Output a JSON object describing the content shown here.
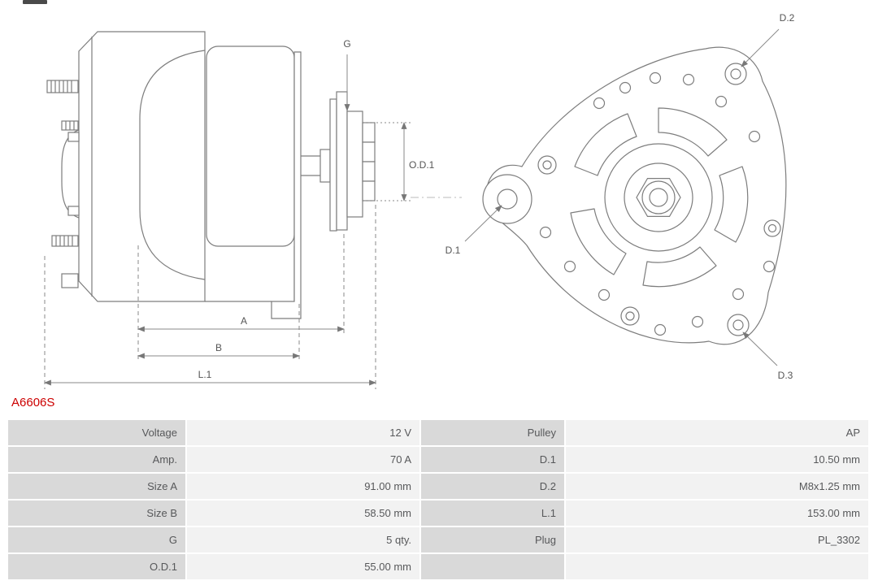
{
  "part_number": "A6606S",
  "diagram": {
    "side_view_labels": {
      "g": "G",
      "od1": "O.D.1",
      "a": "A",
      "b": "B",
      "l1": "L.1"
    },
    "rear_view_labels": {
      "d1": "D.1",
      "d2": "D.2",
      "d3": "D.3"
    }
  },
  "specs": {
    "rows": [
      {
        "label1": "Voltage",
        "value1": "12 V",
        "label2": "Pulley",
        "value2": "AP"
      },
      {
        "label1": "Amp.",
        "value1": "70 A",
        "label2": "D.1",
        "value2": "10.50 mm"
      },
      {
        "label1": "Size A",
        "value1": "91.00 mm",
        "label2": "D.2",
        "value2": "M8x1.25 mm"
      },
      {
        "label1": "Size B",
        "value1": "58.50 mm",
        "label2": "L.1",
        "value2": "153.00 mm"
      },
      {
        "label1": "G",
        "value1": "5 qty.",
        "label2": "Plug",
        "value2": "PL_3302"
      },
      {
        "label1": "O.D.1",
        "value1": "55.00 mm",
        "label2": "",
        "value2": ""
      }
    ]
  },
  "colors": {
    "part_number_red": "#cc0000",
    "table_label_bg": "#d9d9d9",
    "table_value_bg": "#f2f2f2",
    "drawing_line": "#7d7d7d",
    "text": "#57585a"
  }
}
